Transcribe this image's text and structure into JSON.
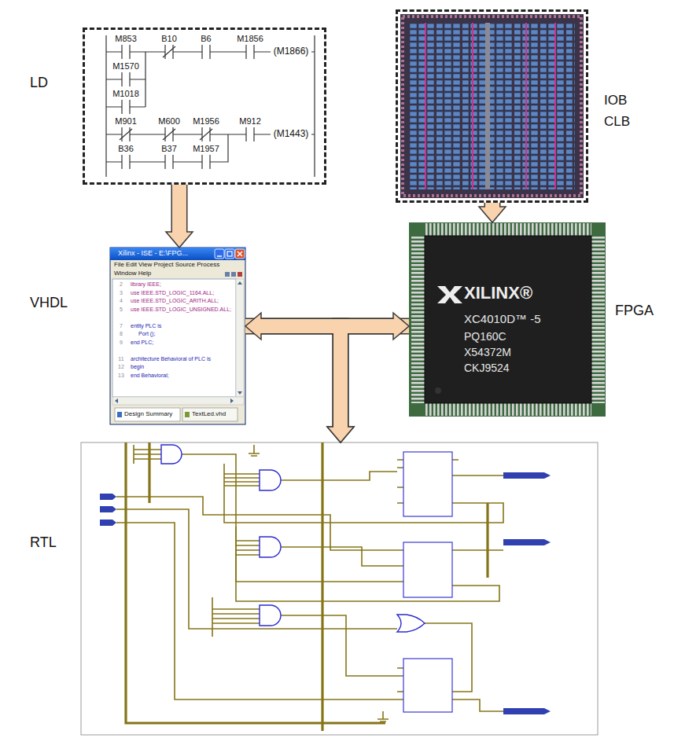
{
  "diagram": {
    "nodes": [
      {
        "text": [
          "LD",
          "M853",
          "B10",
          "B6",
          "M1856",
          "(M1866)",
          "M1570",
          "M1018",
          "M901",
          "M600",
          "M1956",
          "M912",
          "(M1443)",
          "B36",
          "B37",
          "M1957"
        ]
      },
      {
        "text": [
          "IOB",
          "CLB"
        ]
      },
      {
        "text": [
          "VHDL",
          "Xilinx - ISE - E:\\FPG...",
          "File Edit View Project Source Process",
          "Window Help",
          "2",
          "library IEEE;",
          "3",
          "use IEEE.STD_LOGIC_1164.ALL;",
          "4",
          "use IEEE.STD_LOGIC_ARITH.ALL;",
          "5",
          "use IEEE.STD_LOGIC_UNSIGNED.ALL;",
          "7",
          "entity PLC is",
          "8",
          "Port ();",
          "9",
          "end PLC;",
          "11",
          "architecture Behavioral of PLC is",
          "12",
          "begin",
          "13",
          "end Behavioral;",
          "Design Summary",
          "TextLed.vhd"
        ]
      },
      {
        "text": [
          "FPGA",
          "XILINX®",
          "XC4010D™ -5",
          "PQ160C",
          "X54372M",
          "CKJ9524"
        ]
      },
      {
        "text": [
          "RTL"
        ]
      }
    ],
    "edges": [
      {
        "from": 0,
        "to": 2,
        "arrow": "to"
      },
      {
        "from": 1,
        "to": 3,
        "arrow": "to"
      },
      {
        "from": 2,
        "to": 3,
        "arrow": "both"
      },
      {
        "from": 2,
        "to": 4,
        "arrow": "to"
      },
      {
        "from": 3,
        "to": 4,
        "arrow": "to"
      }
    ]
  }
}
